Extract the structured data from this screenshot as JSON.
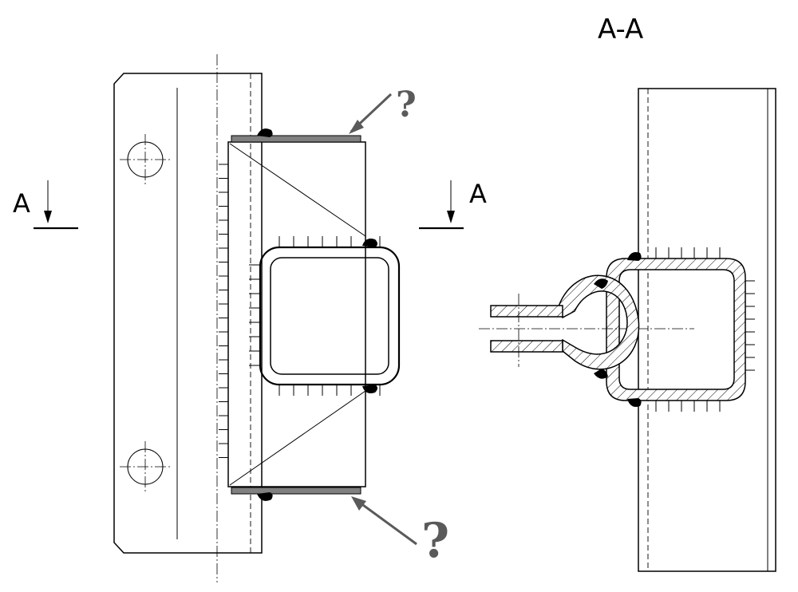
{
  "section_title": "A-A",
  "section_marks": {
    "left": "A",
    "right": "A"
  },
  "annotations": {
    "top_question": "?",
    "bottom_question": "?"
  },
  "colors": {
    "line": "#000000",
    "plate_fill": "#808080",
    "annotation": "#5a5a5a"
  }
}
